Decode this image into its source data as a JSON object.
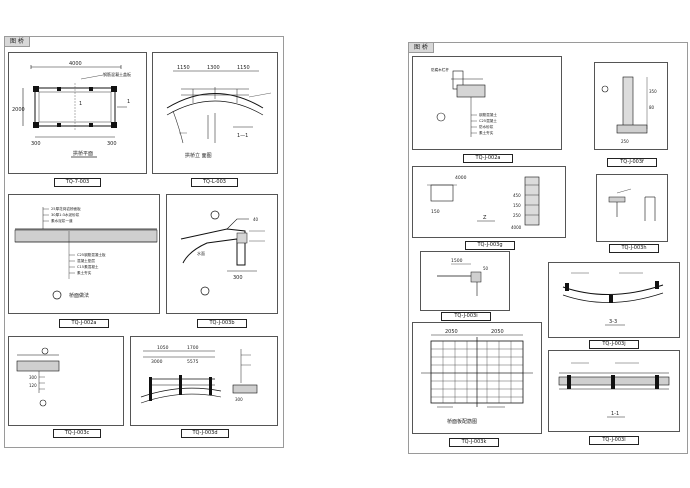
{
  "sheets": {
    "left_tag": "图  桥",
    "right_tag": "图  桥"
  },
  "panels": {
    "p1": {
      "caption": "TQ-7-003",
      "dims": [
        "4000",
        "2000",
        "300",
        "300"
      ],
      "note": "钢筋混凝土盖板",
      "title": "拱桥平面",
      "markers": [
        "1",
        "1"
      ]
    },
    "p2": {
      "caption": "TQ-L-003",
      "dims": [
        "1150",
        "1300",
        "1150"
      ],
      "title": "拱桥立 面图",
      "section": "1—1"
    },
    "p3": {
      "caption": "TQ-J-002a",
      "title": "桥面做法",
      "layers": [
        "25厚花岗岩桥面板",
        "30厚1:3水泥砂浆",
        "素水泥浆一道",
        "C25钢筋混凝土板",
        "混凝土垫层",
        "C15素混凝土",
        "素土夯实"
      ]
    },
    "p4": {
      "caption": "TQ-J-003b",
      "dims": [
        "300",
        "40"
      ],
      "label": "水面"
    },
    "p5": {
      "caption": "TQ-J-003c",
      "dims": [
        "300",
        "120"
      ]
    },
    "p6": {
      "caption": "TQ-J-003d",
      "dims": [
        "1050",
        "3000",
        "1700",
        "5575",
        "300"
      ]
    },
    "r1": {
      "caption": "TQ-J-002a",
      "notes": [
        "防腐木栏杆",
        "钢筋混凝土",
        "C25混凝土",
        "防水砂浆",
        "素土夯实"
      ]
    },
    "r2": {
      "caption": "TQ-J-003f",
      "dims": [
        "350",
        "80",
        "250"
      ]
    },
    "r3": {
      "caption": "TQ-J-003g",
      "dims": [
        "4000",
        "150",
        "450",
        "150",
        "250",
        "4000"
      ],
      "section": "Z"
    },
    "r4": {
      "caption": "TQ-J-003h"
    },
    "r5": {
      "caption": "TQ-J-003i",
      "dims": [
        "1500",
        "50"
      ]
    },
    "r6": {
      "caption": "TQ-J-003j",
      "section": "3-3"
    },
    "r7": {
      "caption": "TQ-J-003k",
      "dims": [
        "2050",
        "2050"
      ],
      "title": "桥面板配筋图"
    },
    "r8": {
      "caption": "TQ-J-003l",
      "section": "1-1"
    }
  }
}
